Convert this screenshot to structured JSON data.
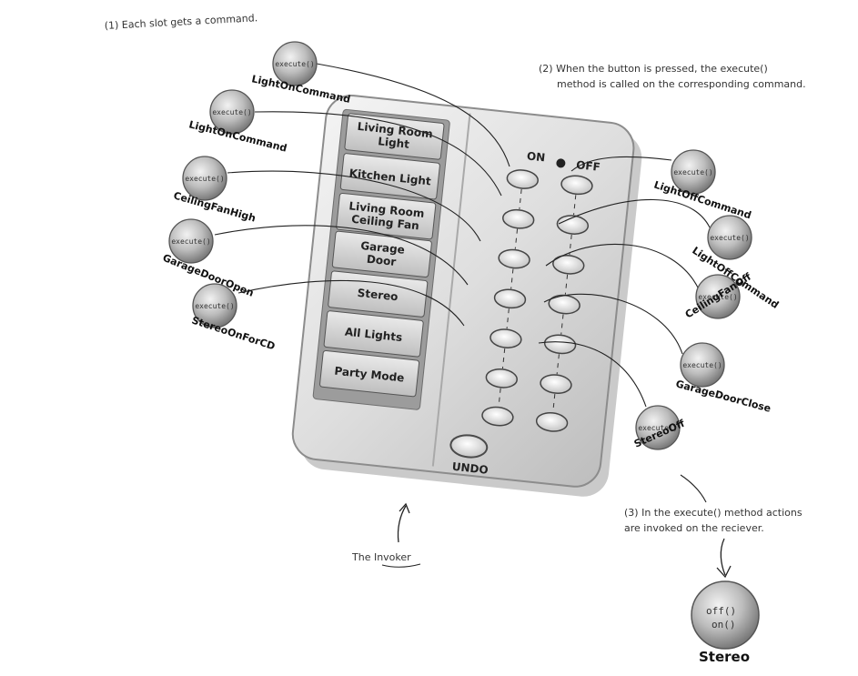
{
  "annotations": {
    "slot_note": "(1) Each slot gets a command.",
    "pressed_note_line1": "(2) When the button is pressed, the execute()",
    "pressed_note_line2": "method is called on the corresponding command.",
    "receiver_note_line1": "(3) In the execute() method actions",
    "receiver_note_line2": "are invoked on the reciever.",
    "invoker_label": "The Invoker"
  },
  "remote": {
    "on_label": "ON",
    "off_label": "OFF",
    "undo_label": "UNDO",
    "slots": [
      {
        "line1": "Living Room",
        "line2": "Light"
      },
      {
        "line1": "Kitchen Light",
        "line2": ""
      },
      {
        "line1": "Living Room",
        "line2": "Ceiling Fan"
      },
      {
        "line1": "Garage",
        "line2": "Door"
      },
      {
        "line1": "Stereo",
        "line2": ""
      },
      {
        "line1": "All Lights",
        "line2": ""
      },
      {
        "line1": "Party Mode",
        "line2": ""
      }
    ]
  },
  "on_commands": [
    {
      "method": "execute()",
      "name": "LightOnCommand"
    },
    {
      "method": "execute()",
      "name": "LightOnCommand"
    },
    {
      "method": "execute()",
      "name": "CeilingFanHigh"
    },
    {
      "method": "execute()",
      "name": "GarageDoorOpen"
    },
    {
      "method": "execute()",
      "name": "StereoOnForCD"
    }
  ],
  "off_commands": [
    {
      "method": "execute()",
      "name": "LightOffCommand"
    },
    {
      "method": "execute()",
      "name": "LightOffCommand"
    },
    {
      "method": "execute()",
      "name": "CeilingFanOff"
    },
    {
      "method": "execute()",
      "name": "GarageDoorClose"
    },
    {
      "method": "execute()",
      "name": "StereoOff"
    }
  ],
  "receiver": {
    "method1": "off()",
    "method2": "on()",
    "name": "Stereo"
  }
}
